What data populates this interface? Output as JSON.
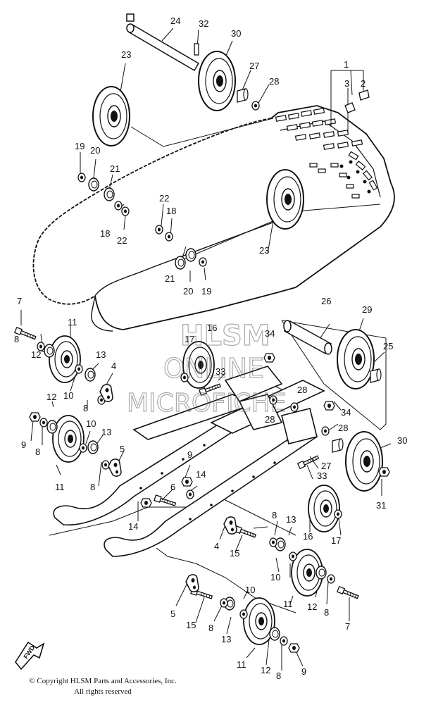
{
  "watermark": {
    "line1": "HLSM",
    "line2": "ONLINE",
    "line3": "MICROFICHE"
  },
  "direction_label": "FWD",
  "copyright": {
    "line1": "© Copyright HLSM Parts and Accessories, Inc.",
    "line2": "All rights reserved"
  },
  "callouts": [
    {
      "id": "c24",
      "text": "24"
    },
    {
      "id": "c32",
      "text": "32"
    },
    {
      "id": "c30a",
      "text": "30"
    },
    {
      "id": "c23a",
      "text": "23"
    },
    {
      "id": "c27a",
      "text": "27"
    },
    {
      "id": "c28a",
      "text": "28"
    },
    {
      "id": "c1",
      "text": "1"
    },
    {
      "id": "c3",
      "text": "3"
    },
    {
      "id": "c2",
      "text": "2"
    },
    {
      "id": "c19a",
      "text": "19"
    },
    {
      "id": "c20a",
      "text": "20"
    },
    {
      "id": "c21a",
      "text": "21"
    },
    {
      "id": "c22a",
      "text": "22"
    },
    {
      "id": "c18a",
      "text": "18"
    },
    {
      "id": "c18b",
      "text": "18"
    },
    {
      "id": "c22b",
      "text": "22"
    },
    {
      "id": "c23b",
      "text": "23"
    },
    {
      "id": "c21b",
      "text": "21"
    },
    {
      "id": "c20b",
      "text": "20"
    },
    {
      "id": "c19b",
      "text": "19"
    },
    {
      "id": "c7a",
      "text": "7"
    },
    {
      "id": "c11a",
      "text": "11"
    },
    {
      "id": "c8a",
      "text": "8"
    },
    {
      "id": "c12a",
      "text": "12"
    },
    {
      "id": "c16a",
      "text": "16"
    },
    {
      "id": "c17a",
      "text": "17"
    },
    {
      "id": "c34a",
      "text": "34"
    },
    {
      "id": "c26",
      "text": "26"
    },
    {
      "id": "c29",
      "text": "29"
    },
    {
      "id": "c25",
      "text": "25"
    },
    {
      "id": "c13a",
      "text": "13"
    },
    {
      "id": "c4a",
      "text": "4"
    },
    {
      "id": "c10a",
      "text": "10"
    },
    {
      "id": "c33a",
      "text": "33"
    },
    {
      "id": "c8b",
      "text": "8"
    },
    {
      "id": "c12b",
      "text": "12"
    },
    {
      "id": "c28b",
      "text": "28"
    },
    {
      "id": "c28c",
      "text": "28"
    },
    {
      "id": "c34b",
      "text": "34"
    },
    {
      "id": "c9a",
      "text": "9"
    },
    {
      "id": "c8c",
      "text": "8"
    },
    {
      "id": "c10b",
      "text": "10"
    },
    {
      "id": "c13b",
      "text": "13"
    },
    {
      "id": "c28d",
      "text": "28"
    },
    {
      "id": "c30b",
      "text": "30"
    },
    {
      "id": "c5a",
      "text": "5"
    },
    {
      "id": "c11b",
      "text": "11"
    },
    {
      "id": "c8d",
      "text": "8"
    },
    {
      "id": "c9b",
      "text": "9"
    },
    {
      "id": "c14a",
      "text": "14"
    },
    {
      "id": "c27b",
      "text": "27"
    },
    {
      "id": "c33b",
      "text": "33"
    },
    {
      "id": "c31",
      "text": "31"
    },
    {
      "id": "c6",
      "text": "6"
    },
    {
      "id": "c14b",
      "text": "14"
    },
    {
      "id": "c8e",
      "text": "8"
    },
    {
      "id": "c13c",
      "text": "13"
    },
    {
      "id": "c16b",
      "text": "16"
    },
    {
      "id": "c17b",
      "text": "17"
    },
    {
      "id": "c4b",
      "text": "4"
    },
    {
      "id": "c15a",
      "text": "15"
    },
    {
      "id": "c10c",
      "text": "10"
    },
    {
      "id": "c11c",
      "text": "11"
    },
    {
      "id": "c12c",
      "text": "12"
    },
    {
      "id": "c8f",
      "text": "8"
    },
    {
      "id": "c7b",
      "text": "7"
    },
    {
      "id": "c5b",
      "text": "5"
    },
    {
      "id": "c15b",
      "text": "15"
    },
    {
      "id": "c8g",
      "text": "8"
    },
    {
      "id": "c10d",
      "text": "10"
    },
    {
      "id": "c13d",
      "text": "13"
    },
    {
      "id": "c11d",
      "text": "11"
    },
    {
      "id": "c12d",
      "text": "12"
    },
    {
      "id": "c8h",
      "text": "8"
    },
    {
      "id": "c9c",
      "text": "9"
    }
  ]
}
